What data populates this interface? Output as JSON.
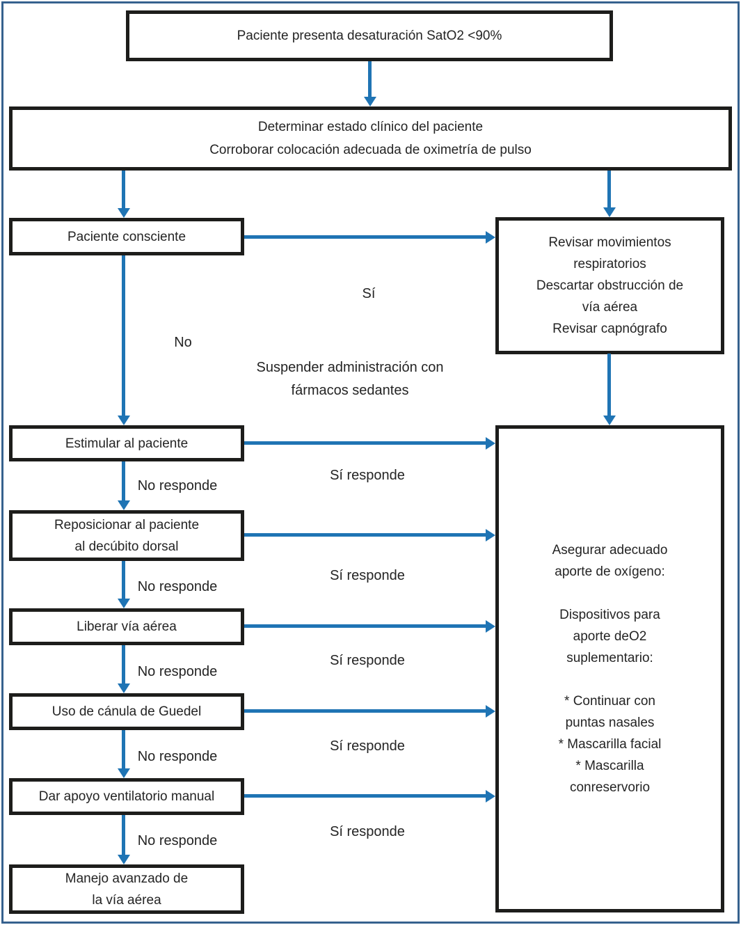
{
  "colors": {
    "arrow": "#1f74b4",
    "frame": "#36618e",
    "box-border": "#1d1d1b",
    "text": "#242424"
  },
  "boxes": {
    "title": "Paciente presenta desaturación SatO2 <90%",
    "assess": "Determinar estado clínico del paciente\nCorroborar colocación adecuada de oximetría de pulso",
    "conscious": "Paciente consciente",
    "check": "Revisar movimientos\nrespiratorios\nDescartar obstrucción de\nvía aérea\nRevisar capnógrafo",
    "stimulate": "Estimular al paciente",
    "reposition": "Reposicionar al paciente\nal decúbito dorsal",
    "airway": "Liberar vía aérea",
    "guedel": "Uso de cánula de Guedel",
    "ventilate": "Dar apoyo ventilatorio manual",
    "advanced": "Manejo avanzado de\nla vía aérea",
    "oxygen": "Asegurar adecuado\naporte de oxígeno:\n\nDispositivos para\naporte deO2\nsuplementario:\n\n* Continuar con\npuntas nasales\n* Mascarilla facial\n* Mascarilla\nconreservorio"
  },
  "labels": {
    "yes": "Sí",
    "no": "No",
    "suspend": "Suspender administración con\nfármacos sedantes",
    "yes_respond": [
      "Sí responde",
      "Sí responde",
      "Sí responde",
      "Sí responde",
      "Sí responde"
    ],
    "no_respond": [
      "No responde",
      "No responde",
      "No responde",
      "No responde",
      "No responde"
    ]
  }
}
